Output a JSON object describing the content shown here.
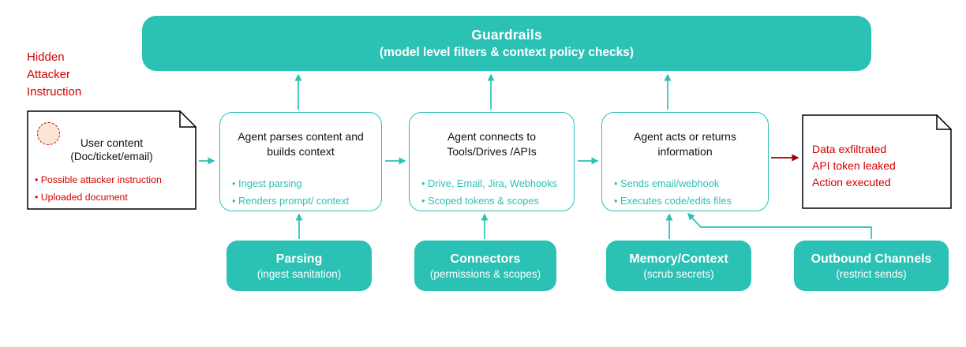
{
  "colors": {
    "teal": "#2cc1b5",
    "red": "#d40000",
    "dark_red": "#a00000",
    "peach": "#fbe5d6",
    "text": "#111111"
  },
  "guardrails": {
    "title": "Guardrails",
    "subtitle": "(model level filters & context policy checks)"
  },
  "annotation": {
    "label": "Hidden\nAttacker\nInstruction"
  },
  "user_content": {
    "title": "User content",
    "subtitle": "(Doc/ticket/email)",
    "bullets": [
      "• Possible attacker instruction",
      "• Uploaded document"
    ]
  },
  "steps": [
    {
      "title": "Agent parses content and\nbuilds context",
      "bullets": [
        "• Ingest parsing",
        "• Renders prompt/ context"
      ]
    },
    {
      "title": "Agent connects to\nTools/Drives /APIs",
      "bullets": [
        "• Drive, Email, Jira, Webhooks",
        "• Scoped tokens & scopes"
      ]
    },
    {
      "title": "Agent acts or returns\ninformation",
      "bullets": [
        "• Sends email/webhook",
        "• Executes code/edits files"
      ]
    }
  ],
  "outcome": {
    "lines": "Data exfiltrated\nAPI token leaked\nAction executed"
  },
  "mitigations": [
    {
      "title": "Parsing",
      "subtitle": "(ingest sanitation)"
    },
    {
      "title": "Connectors",
      "subtitle": "(permissions & scopes)"
    },
    {
      "title": "Memory/Context",
      "subtitle": "(scrub secrets)"
    },
    {
      "title": "Outbound Channels",
      "subtitle": "(restrict sends)"
    }
  ]
}
